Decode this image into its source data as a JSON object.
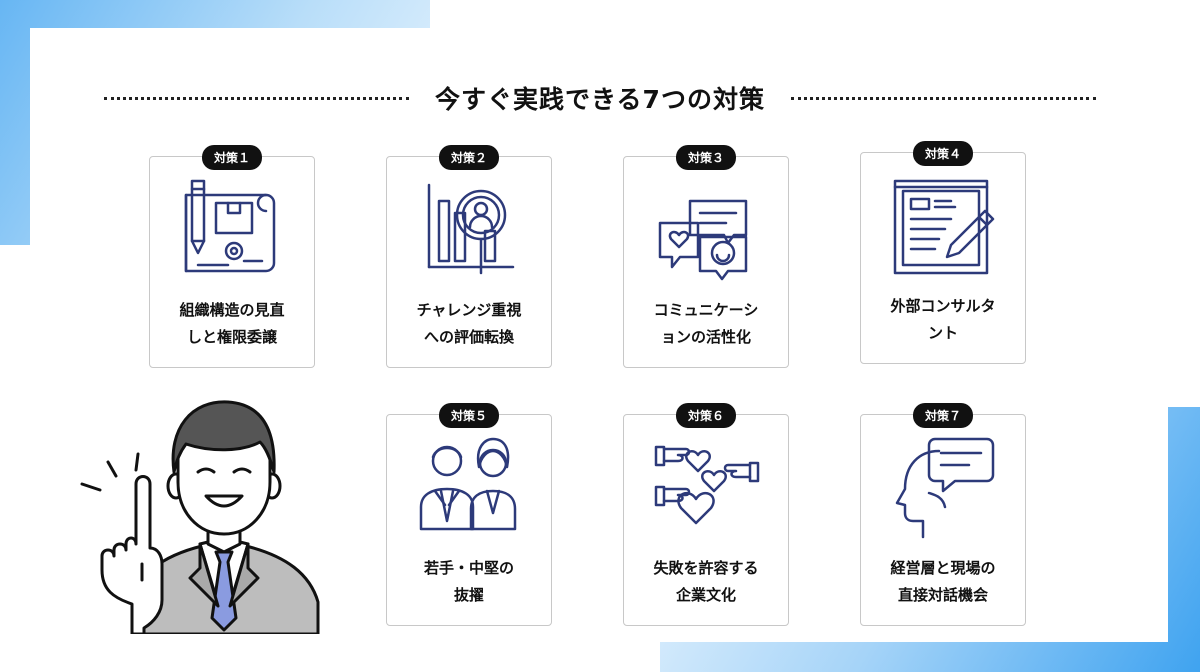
{
  "title": "今すぐ実践できる7つの対策",
  "cards": [
    {
      "badge": "対策１",
      "line1": "組織構造の見直",
      "line2": "しと権限委譲",
      "icon": "blueprint-icon"
    },
    {
      "badge": "対策２",
      "line1": "チャレンジ重視",
      "line2": "への評価転換",
      "icon": "magnify-person-chart-icon"
    },
    {
      "badge": "対策３",
      "line1": "コミュニケーシ",
      "line2": "ョンの活性化",
      "icon": "chat-bubbles-icon"
    },
    {
      "badge": "対策４",
      "line1": "外部コンサルタ",
      "line2": "ント",
      "icon": "document-pen-icon"
    },
    {
      "badge": "対策５",
      "line1": "若手・中堅の",
      "line2": "抜擢",
      "icon": "business-people-icon"
    },
    {
      "badge": "対策６",
      "line1": "失敗を許容する",
      "line2": "企業文化",
      "icon": "hands-hearts-icon"
    },
    {
      "badge": "対策７",
      "line1": "経営層と現場の",
      "line2": "直接対話機会",
      "icon": "head-speech-icon"
    }
  ],
  "colors": {
    "icon_stroke": "#2d3a7a",
    "badge_bg": "#111111",
    "accent_blue": "#3fa3f0"
  }
}
